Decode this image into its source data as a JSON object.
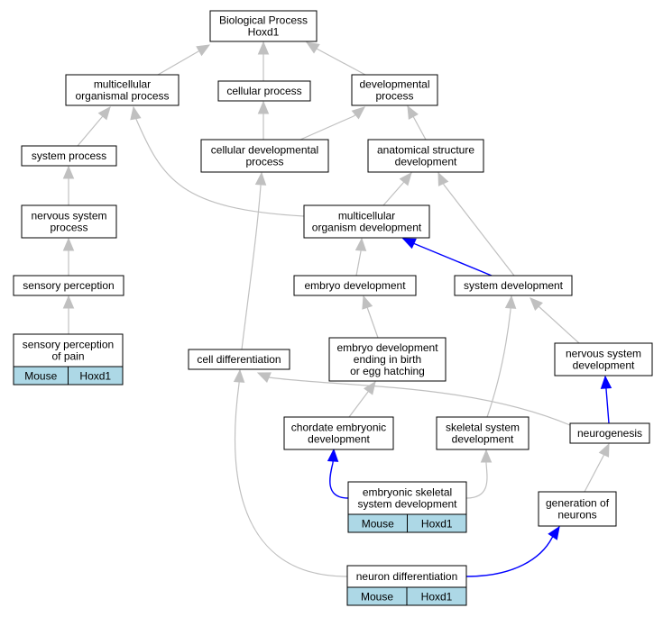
{
  "graph": {
    "colors": {
      "edge_default": "#c0c0c0",
      "edge_highlight": "#0000ff",
      "annotation_fill": "#add8e6",
      "node_fill": "#ffffff",
      "node_stroke": "#000000"
    },
    "nodes": [
      {
        "id": "bp",
        "lines": [
          "Biological Process",
          "Hoxd1"
        ]
      },
      {
        "id": "mop",
        "lines": [
          "multicellular",
          "organismal process"
        ]
      },
      {
        "id": "cp",
        "lines": [
          "cellular process"
        ]
      },
      {
        "id": "dp",
        "lines": [
          "developmental",
          "process"
        ]
      },
      {
        "id": "sp",
        "lines": [
          "system process"
        ]
      },
      {
        "id": "cdp",
        "lines": [
          "cellular developmental",
          "process"
        ]
      },
      {
        "id": "asd",
        "lines": [
          "anatomical structure",
          "development"
        ]
      },
      {
        "id": "nsp",
        "lines": [
          "nervous system",
          "process"
        ]
      },
      {
        "id": "mod",
        "lines": [
          "multicellular",
          "organism development"
        ]
      },
      {
        "id": "spc",
        "lines": [
          "sensory perception"
        ]
      },
      {
        "id": "ed",
        "lines": [
          "embryo development"
        ]
      },
      {
        "id": "sd",
        "lines": [
          "system development"
        ]
      },
      {
        "id": "spp",
        "lines": [
          "sensory perception",
          "of pain"
        ],
        "cells": [
          "Mouse",
          "Hoxd1"
        ]
      },
      {
        "id": "cd",
        "lines": [
          "cell differentiation"
        ]
      },
      {
        "id": "edb",
        "lines": [
          "embryo development",
          "ending in birth",
          "or egg hatching"
        ]
      },
      {
        "id": "nsd",
        "lines": [
          "nervous system",
          "development"
        ]
      },
      {
        "id": "ced",
        "lines": [
          "chordate embryonic",
          "development"
        ]
      },
      {
        "id": "ssd",
        "lines": [
          "skeletal system",
          "development"
        ]
      },
      {
        "id": "ng",
        "lines": [
          "neurogenesis"
        ]
      },
      {
        "id": "essd",
        "lines": [
          "embryonic skeletal",
          "system development"
        ],
        "cells": [
          "Mouse",
          "Hoxd1"
        ]
      },
      {
        "id": "gon",
        "lines": [
          "generation of",
          "neurons"
        ]
      },
      {
        "id": "nd",
        "lines": [
          "neuron differentiation"
        ],
        "cells": [
          "Mouse",
          "Hoxd1"
        ]
      }
    ],
    "edges": [
      {
        "from": "mop",
        "to": "bp",
        "color": "gray"
      },
      {
        "from": "cp",
        "to": "bp",
        "color": "gray"
      },
      {
        "from": "dp",
        "to": "bp",
        "color": "gray"
      },
      {
        "from": "sp",
        "to": "mop",
        "color": "gray"
      },
      {
        "from": "cdp",
        "to": "cp",
        "color": "gray"
      },
      {
        "from": "cdp",
        "to": "dp",
        "color": "gray"
      },
      {
        "from": "asd",
        "to": "dp",
        "color": "gray"
      },
      {
        "from": "nsp",
        "to": "sp",
        "color": "gray"
      },
      {
        "from": "mod",
        "to": "mop",
        "color": "gray"
      },
      {
        "from": "mod",
        "to": "asd",
        "color": "gray"
      },
      {
        "from": "spc",
        "to": "nsp",
        "color": "gray"
      },
      {
        "from": "ed",
        "to": "mod",
        "color": "gray"
      },
      {
        "from": "sd",
        "to": "mod",
        "color": "blue"
      },
      {
        "from": "sd",
        "to": "asd",
        "color": "gray"
      },
      {
        "from": "spp",
        "to": "spc",
        "color": "gray"
      },
      {
        "from": "cd",
        "to": "cdp",
        "color": "gray"
      },
      {
        "from": "edb",
        "to": "ed",
        "color": "gray"
      },
      {
        "from": "nsd",
        "to": "sd",
        "color": "gray"
      },
      {
        "from": "ssd",
        "to": "sd",
        "color": "gray"
      },
      {
        "from": "ced",
        "to": "edb",
        "color": "gray"
      },
      {
        "from": "ng",
        "to": "cd",
        "color": "gray"
      },
      {
        "from": "ng",
        "to": "nsd",
        "color": "blue"
      },
      {
        "from": "essd",
        "to": "ced",
        "color": "blue"
      },
      {
        "from": "essd",
        "to": "ssd",
        "color": "gray"
      },
      {
        "from": "gon",
        "to": "ng",
        "color": "gray"
      },
      {
        "from": "nd",
        "to": "cd",
        "color": "gray"
      },
      {
        "from": "nd",
        "to": "gon",
        "color": "blue"
      }
    ]
  }
}
